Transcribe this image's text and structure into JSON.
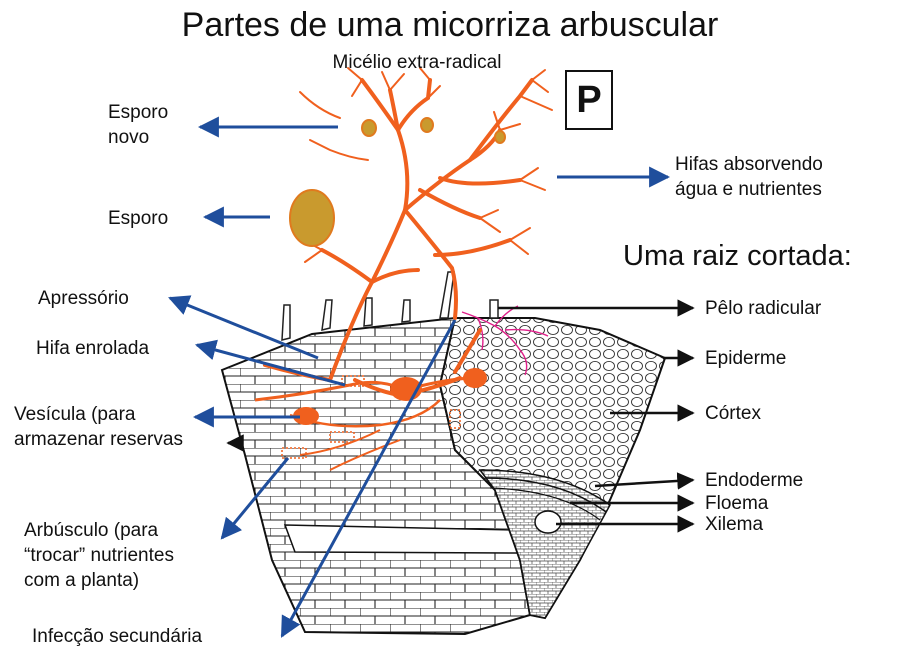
{
  "title": "Partes de uma micorriza arbuscular",
  "subtitle": "Micélio extra-radical",
  "badge": "P",
  "section_label": "Uma raiz cortada:",
  "labels_left": {
    "esporo_novo": "Esporo\nnovo",
    "esporo": "Esporo",
    "apressorio": "Apressório",
    "hifa_enrolada": "Hifa enrolada",
    "vesicula": "Vesícula (para\narmazenar reservas",
    "arbusculo": "Arbúsculo (para\n“trocar” nutrientes\ncom a planta)",
    "infeccao": "Infecção  secundária"
  },
  "labels_right": {
    "hifas": "Hifas absorvendo\nágua e nutrientes",
    "pelo": "Pêlo radicular",
    "epiderme": "Epiderme",
    "cortex": "Córtex",
    "endoderme": "Endoderme",
    "floema": "Floema",
    "xilema": "Xilema"
  },
  "colors": {
    "hyphae": "#f0601e",
    "spore": "#c99a2e",
    "arrow_blue": "#1f4e9c",
    "arrow_black": "#111111",
    "root_hair_pink": "#e0208a"
  }
}
